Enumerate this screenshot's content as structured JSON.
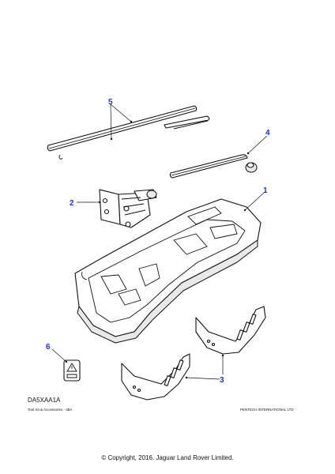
{
  "callouts": {
    "c1": "1",
    "c2": "2",
    "c3": "3",
    "c4": "4",
    "c5": "5",
    "c6": "6"
  },
  "diagram_code": "DA5XAA1A",
  "footer": {
    "left": "Tool Kit & Accessories - 38A",
    "right": "PENTECH INTERNATIONAL LTD"
  },
  "copyright": "© Copyright, 2016. Jaguar Land Rover Limited.",
  "colors": {
    "callout": "#2233cc",
    "line": "#111111"
  }
}
